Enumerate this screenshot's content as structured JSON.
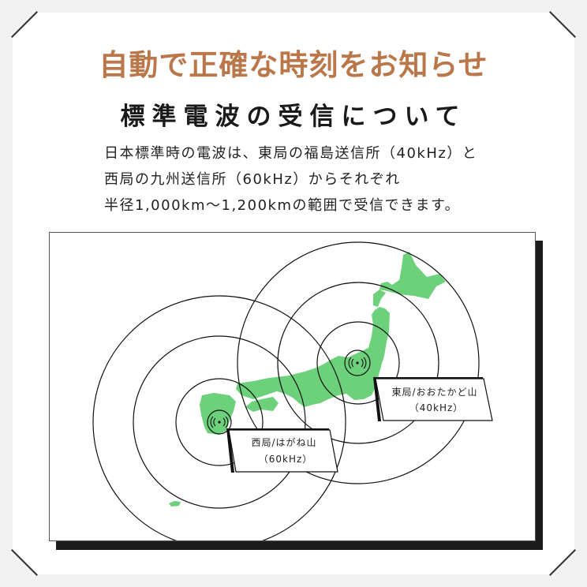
{
  "header": {
    "title": "自動で正確な時刻をお知らせ",
    "subtitle": "標準電波の受信について"
  },
  "description": {
    "lines": [
      "日本標準時の電波は、東局の福島送信所（40kHz）と",
      "西局の九州送信所（60kHz）からそれぞれ",
      "半径1,000km～1,200kmの範囲で受信できます。"
    ]
  },
  "map": {
    "east_station": {
      "name": "東局/おおたかど山",
      "frequency": "（40kHz）",
      "icon": "broadcast-icon"
    },
    "west_station": {
      "name": "西局/はがね山",
      "frequency": "（60kHz）",
      "icon": "broadcast-icon"
    },
    "colors": {
      "land": "#6dd07a",
      "rings": "#111111"
    }
  },
  "colors": {
    "title": "#b9774a",
    "background": "#f1f1f1",
    "card": "#ffffff"
  }
}
